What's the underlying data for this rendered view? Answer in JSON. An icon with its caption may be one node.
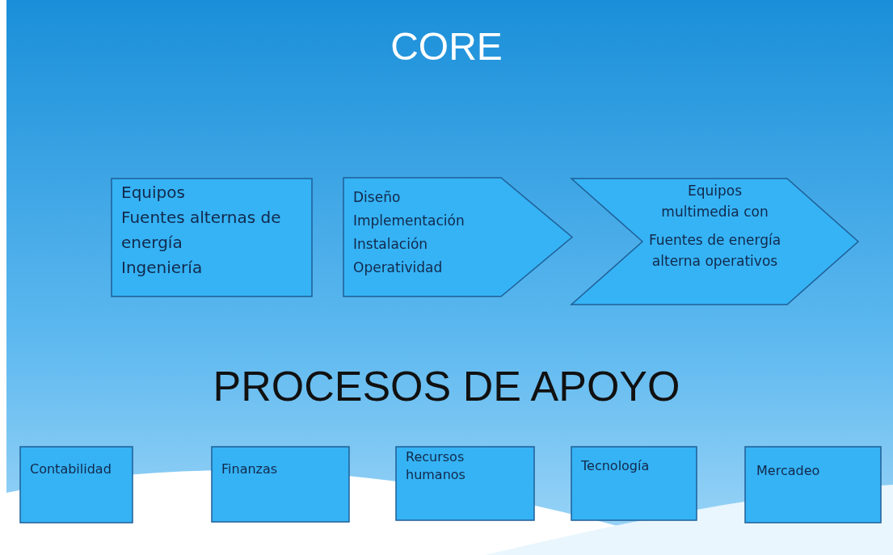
{
  "diagram": {
    "title": "CORE",
    "nodes": [
      {
        "text": [
          "Equipos",
          "Fuentes alternas de energía",
          "Ingeniería"
        ]
      },
      {
        "text": [
          "Diseño",
          "Implementación",
          "Instalación",
          "Operatividad"
        ]
      },
      {
        "text": [
          "Equipos multimedia con",
          "Fuentes de energía alterna operativos"
        ]
      },
      {
        "text": [
          "Contabilidad"
        ]
      },
      {
        "text": [
          "Finanzas"
        ]
      },
      {
        "text": [
          "Recursos humanos"
        ]
      },
      {
        "text": [
          "Tecnología"
        ]
      },
      {
        "text": [
          "Mercadeo"
        ]
      }
    ],
    "labels": [
      "PROCESOS DE APOYO"
    ]
  }
}
